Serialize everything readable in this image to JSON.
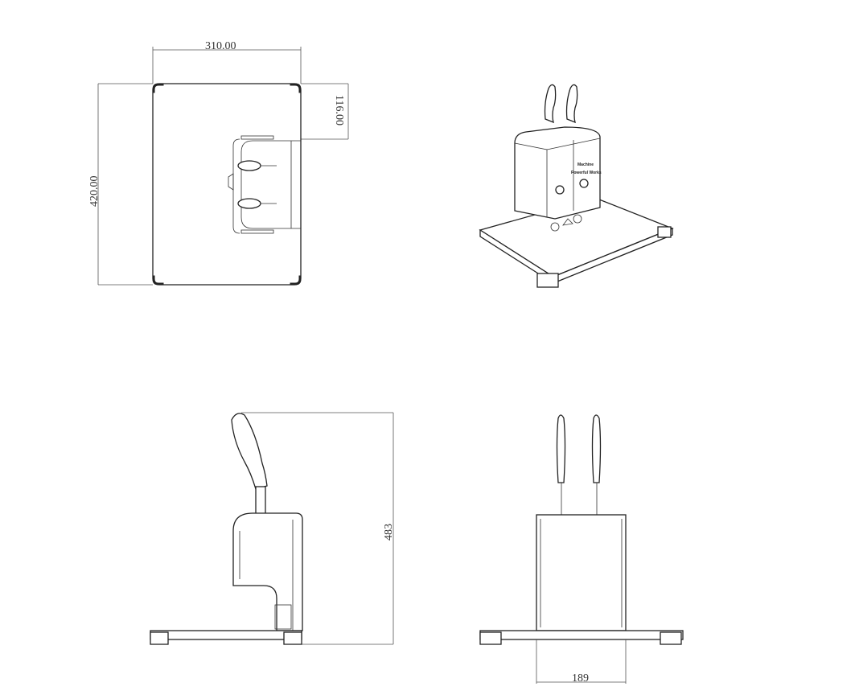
{
  "dimensions": {
    "top_width": "310.00",
    "top_offset": "116.00",
    "top_height": "420.00",
    "side_height": "483",
    "front_width": "189"
  },
  "views": [
    "top-view",
    "isometric-view",
    "side-view",
    "front-view"
  ],
  "logo_text": [
    "Machine",
    "Powerful Works"
  ]
}
